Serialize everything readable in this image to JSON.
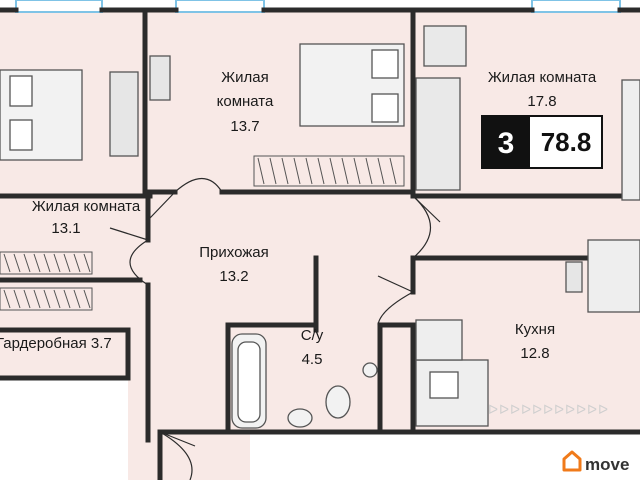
{
  "rooms": [
    {
      "line1": "Жилая",
      "line2": "комната",
      "area": "13.7"
    },
    {
      "line1": "Жилая комната",
      "area": "17.8"
    },
    {
      "line1": "Жилая комната",
      "area": "13.1"
    },
    {
      "line1": "Прихожая",
      "area": "13.2"
    },
    {
      "line1": "С/у",
      "area": "4.5"
    },
    {
      "line1": "Кухня",
      "area": "12.8"
    },
    {
      "line1": "Гардеробная 3.7"
    }
  ],
  "badge": {
    "rooms_count": "3",
    "total_area": "78.8"
  },
  "logo": {
    "text": "move"
  },
  "colors": {
    "room_fill": "#f8e9e6",
    "wall": "#2b2b2b",
    "window": "#7fc3e6",
    "badge_bg": "#111111"
  }
}
